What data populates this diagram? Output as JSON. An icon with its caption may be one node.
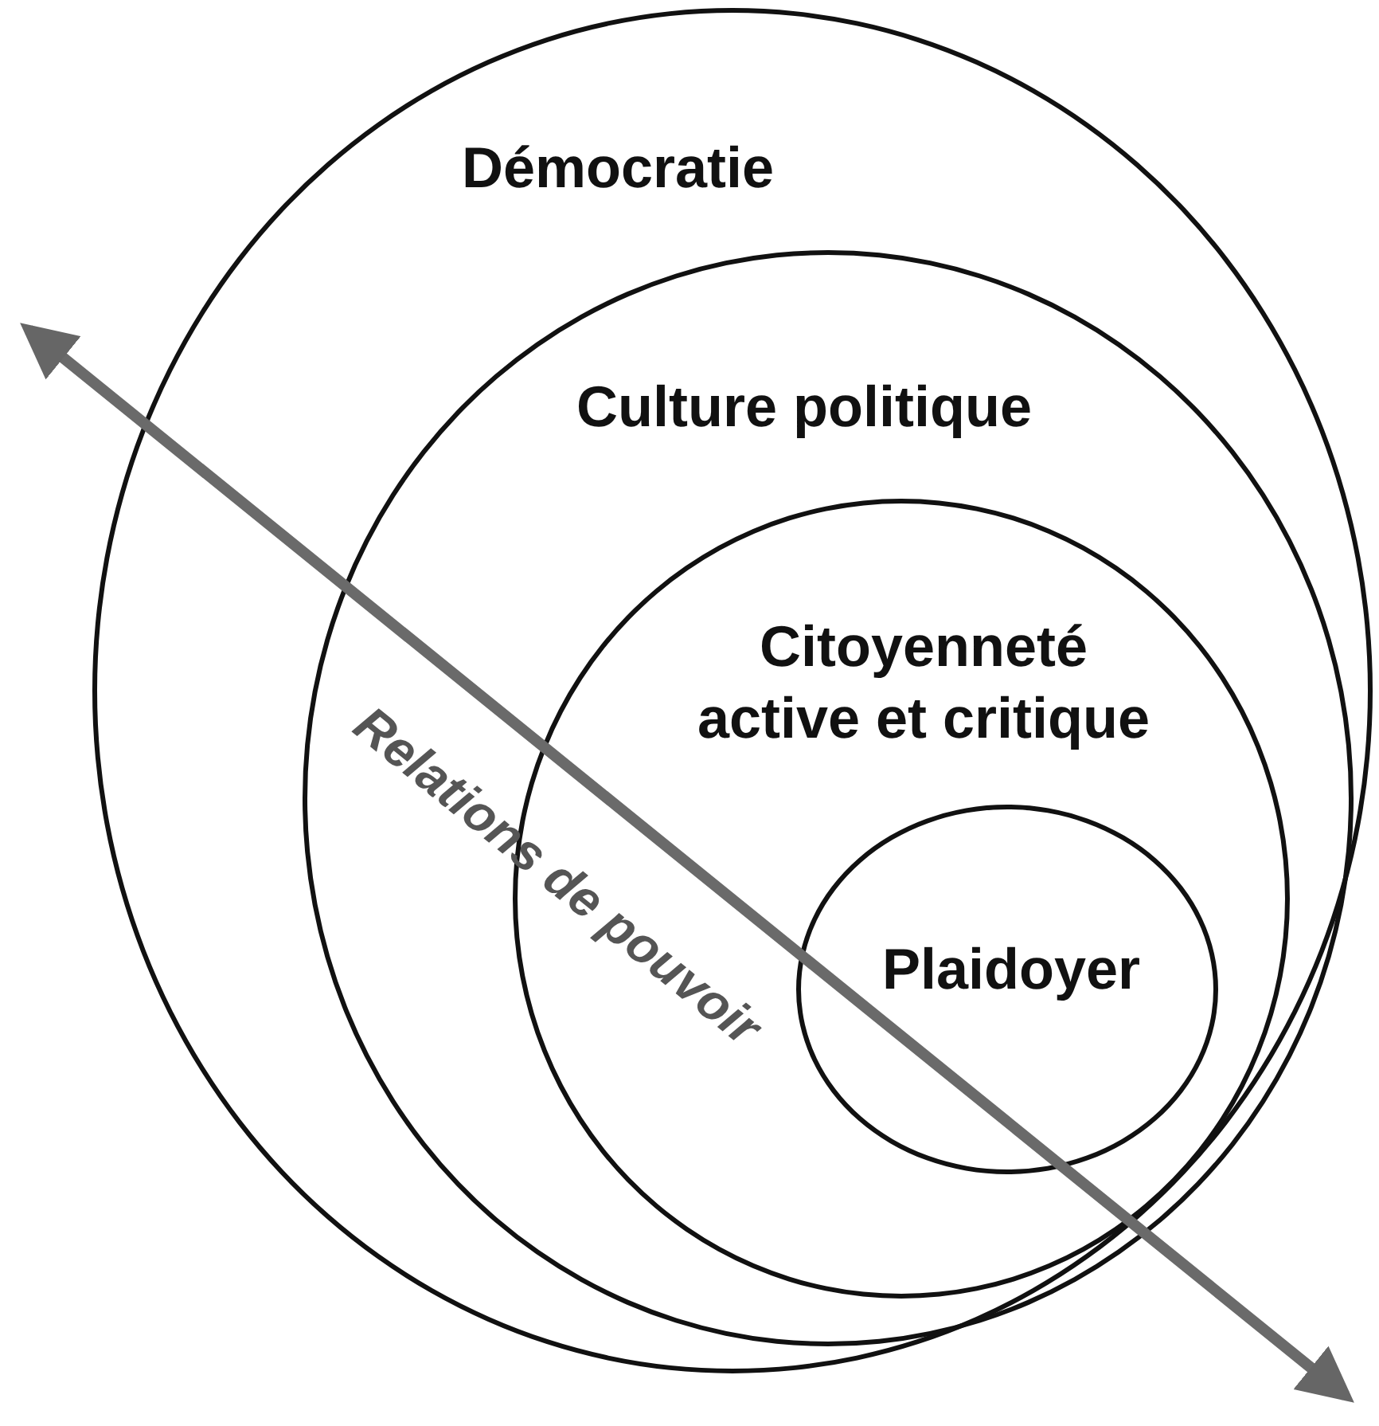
{
  "diagram": {
    "nodes": [
      {
        "text": [
          "Démocratie"
        ]
      },
      {
        "text": [
          "Culture politique"
        ],
        "in": 0
      },
      {
        "text": [
          "Citoyenneté active et critique"
        ],
        "in": 1
      },
      {
        "text": [
          "Plaidoyer"
        ],
        "in": 2
      }
    ],
    "labels": [
      "Relations de pouvoir"
    ]
  }
}
